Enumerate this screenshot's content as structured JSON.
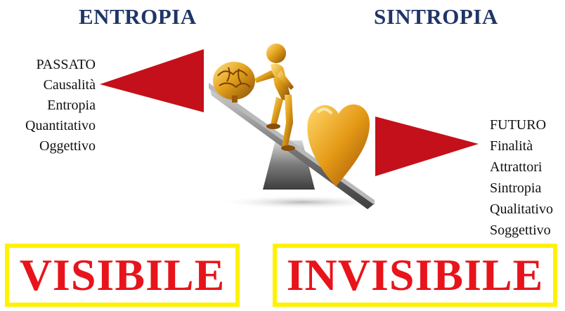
{
  "header": {
    "left_title": "ENTROPIA",
    "right_title": "SINTROPIA"
  },
  "left_list": [
    "PASSATO",
    "Causalità",
    "Entropia",
    "Quantitativo",
    "Oggettivo"
  ],
  "right_list": [
    "FUTURO",
    "Finalità",
    "Attrattori",
    "Sintropia",
    "Qualitativo",
    "Soggettivo"
  ],
  "boxes": {
    "left_label": "VISIBILE",
    "right_label": "INVISIBILE"
  },
  "illustration": {
    "icons": [
      "brain-icon",
      "figure-icon",
      "heart-icon",
      "seesaw-icon"
    ],
    "colors": {
      "arrow": "#c4101a",
      "gold": "#e3a21c",
      "title": "#1f3566",
      "box_border": "#fff200",
      "box_text": "#e8141b"
    }
  }
}
